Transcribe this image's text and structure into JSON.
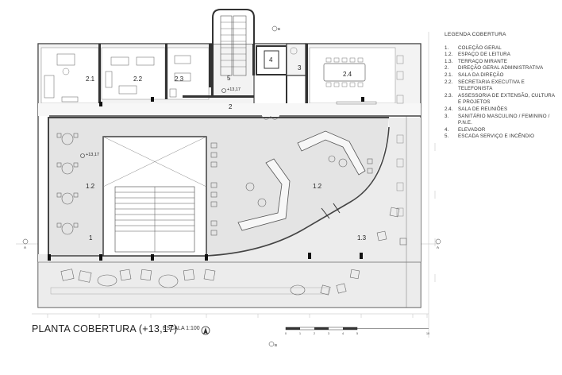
{
  "legend": {
    "title": "LEGENDA COBERTURA",
    "items": [
      {
        "num": "1.",
        "text": "COLEÇÃO GERAL"
      },
      {
        "num": "1.2.",
        "text": "ESPAÇO DE LEITURA"
      },
      {
        "num": "1.3.",
        "text": "TERRAÇO MIRANTE"
      },
      {
        "num": "2.",
        "text": "DIREÇÃO GERAL ADMINISTRATIVA"
      },
      {
        "num": "2.1.",
        "text": "SALA DA DIREÇÃO"
      },
      {
        "num": "2.2.",
        "text": "SECRETARIA EXECUTIVA E TELEFONISTA"
      },
      {
        "num": "2.3.",
        "text": "ASSESSORIA DE EXTENSÃO, CULTURA E PROJETOS"
      },
      {
        "num": "2.4.",
        "text": "SALA DE REUNIÕES"
      },
      {
        "num": "3.",
        "text": "SANITÁRIO MASCULINO / FEMININO / P.N.E."
      },
      {
        "num": "4.",
        "text": "ELEVADOR"
      },
      {
        "num": "5.",
        "text": "ESCADA SERVIÇO E INCÊNDIO"
      }
    ]
  },
  "plan": {
    "title": "PLANTA COBERTURA (+13,17)",
    "scale": "ESCALA 1:100",
    "level_mark": "+13,17",
    "rooms": {
      "r21": "2.1",
      "r22": "2.2",
      "r23": "2.3",
      "r5": "5",
      "r4": "4",
      "r3": "3",
      "r24": "2.4",
      "r2": "2",
      "r12a": "1.2",
      "r12b": "1.2",
      "r1": "1",
      "r13": "1.3"
    },
    "section_marks": {
      "a_left": "A",
      "a_right": "A",
      "b_top": "B",
      "b_bottom": "B"
    },
    "scale_bar": [
      "0",
      "1",
      "2",
      "3",
      "4",
      "5",
      "10"
    ]
  }
}
